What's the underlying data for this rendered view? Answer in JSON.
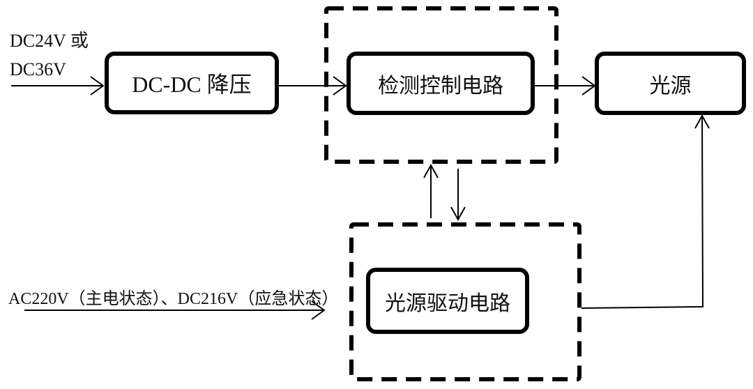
{
  "diagram": {
    "type": "block-diagram",
    "inputs": {
      "dc_line1": "DC24V 或",
      "dc_line2": "DC36V",
      "ac_label": "AC220V（主电状态）、DC216V（应急状态）"
    },
    "blocks": {
      "dcdc": "DC-DC 降压",
      "detect": "检测控制电路",
      "light": "光源",
      "driver": "光源驱动电路"
    },
    "groups": [
      "detect-control-group",
      "light-driver-group"
    ],
    "connections": [
      {
        "from": "dc-input",
        "to": "dcdc"
      },
      {
        "from": "dcdc",
        "to": "detect"
      },
      {
        "from": "detect",
        "to": "light"
      },
      {
        "from": "driver",
        "to": "detect"
      },
      {
        "from": "detect",
        "to": "driver"
      },
      {
        "from": "driver",
        "to": "light"
      },
      {
        "from": "ac-input",
        "to": "driver"
      }
    ],
    "colors": {
      "stroke": "#000000",
      "background": "#ffffff"
    }
  }
}
